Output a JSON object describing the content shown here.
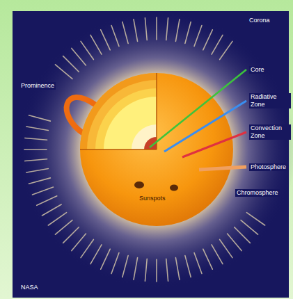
{
  "diagram": {
    "labels": [
      "Corona",
      "Core",
      "Radiative Zone",
      "Convection Zone",
      "Photosphere",
      "Chromosphere",
      "Prominence",
      "Sunspots",
      "NASA"
    ]
  }
}
